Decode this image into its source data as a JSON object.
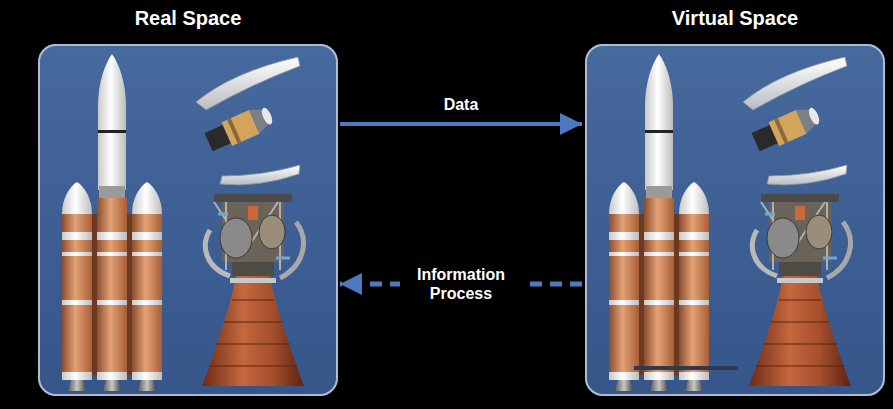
{
  "diagram": {
    "nodes": [
      {
        "text": [
          "Real Space"
        ]
      },
      {
        "text": [
          "Virtual Space"
        ]
      }
    ],
    "edges": [
      {
        "from": 0,
        "to": 1,
        "label": "Data",
        "arrow": "to"
      },
      {
        "from": 1,
        "to": 0,
        "label": "Information Process",
        "arrow": "to"
      }
    ]
  }
}
